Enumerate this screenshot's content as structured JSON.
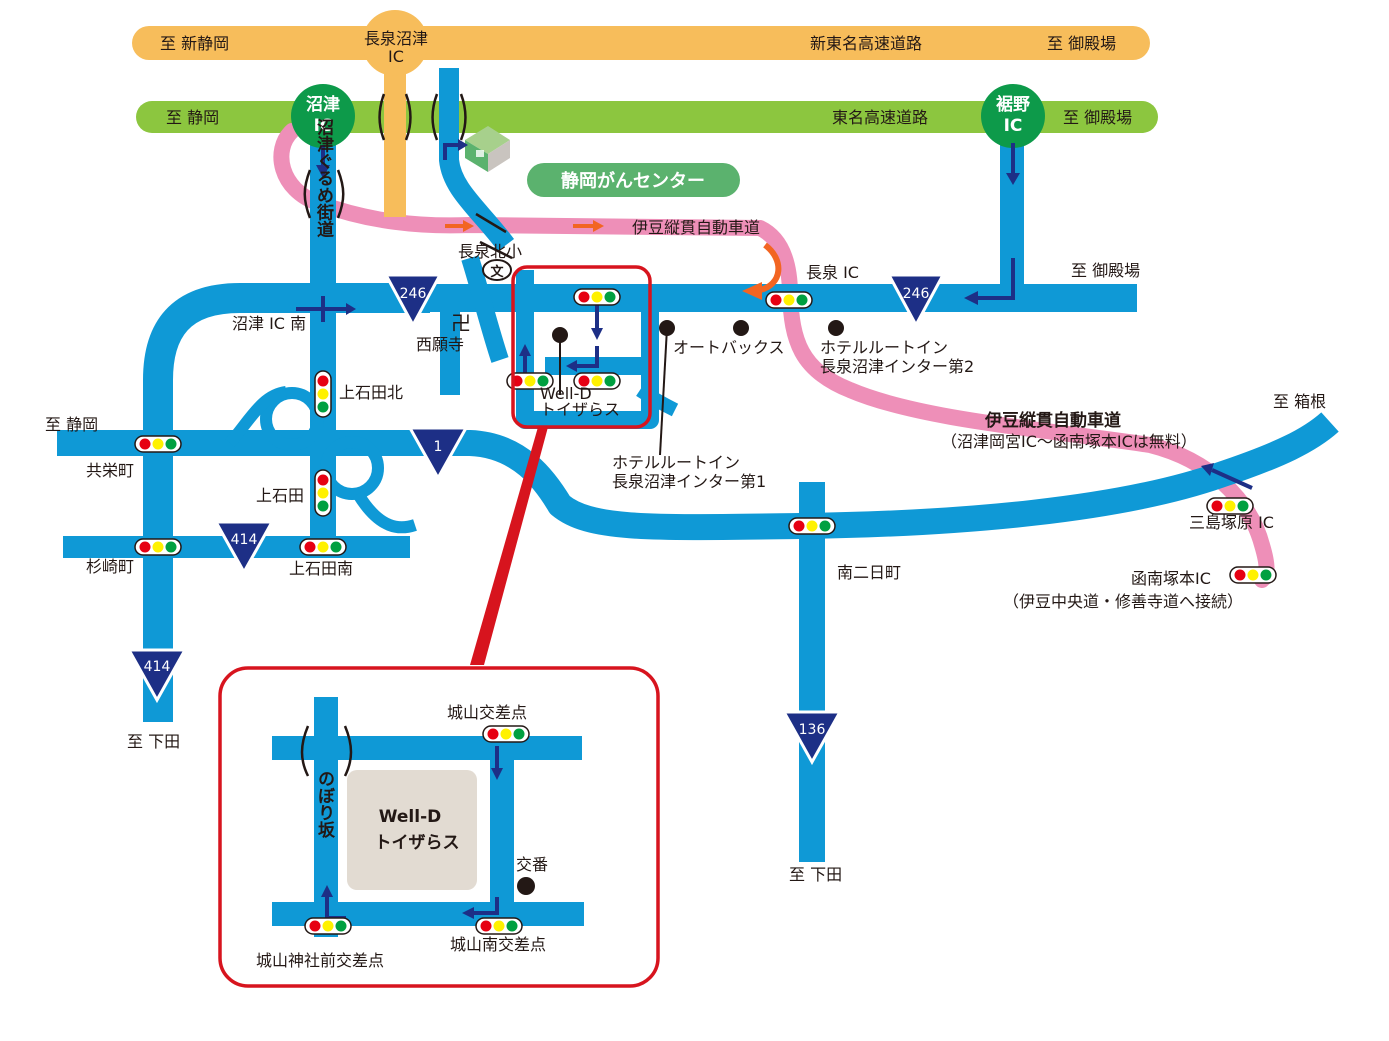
{
  "expressways": {
    "shin_tomei": {
      "name": "新東名高速道路",
      "west": "至 新静岡",
      "east": "至 御殿場",
      "color": "#f7bd5b"
    },
    "tomei": {
      "name": "東名高速道路",
      "west": "至 静岡",
      "east": "至 御殿場",
      "color": "#8cc63f"
    }
  },
  "interchanges": {
    "nagaizumi_numazu": [
      "長泉沼津",
      "IC"
    ],
    "numazu": [
      "沼津",
      "IC"
    ],
    "susono": [
      "裾野",
      "IC"
    ],
    "nagaizumi": "長泉 IC",
    "mishima_tsukahara": "三島塚原 IC",
    "kannami_tsukamoto": "函南塚本IC",
    "kannami_note": "（伊豆中央道・修善寺道へ接続）"
  },
  "destination": {
    "cancer_center": "静岡がんセンター"
  },
  "roads": {
    "numazu_gurume": "沼津ぐるめ街道",
    "izu_jukan": "伊豆縦貫自動車道",
    "izu_jukan_2": "伊豆縦貫自動車道",
    "izu_jukan_note": "（沼津岡宮IC〜函南塚本ICは無料）",
    "route_246a": "246",
    "route_246b": "246",
    "route_1": "1",
    "route_414a": "414",
    "route_414b": "414",
    "route_136": "136"
  },
  "directions": {
    "gotemba_246": "至 御殿場",
    "shizuoka_1": "至 静岡",
    "shimoda_414": "至 下田",
    "shimoda_136": "至 下田",
    "hakone": "至 箱根"
  },
  "places": {
    "nagaizumi_kita_sho": "長泉北小",
    "saiganji": "西願寺",
    "numazu_ic_minami": "沼津 IC 南",
    "kamiishida_kita": "上石田北",
    "kamiishida": "上石田",
    "kamiishida_minami": "上石田南",
    "kyoeicho": "共栄町",
    "suginosakicho": "杉崎町",
    "minami_futsukamachi": "南二日町",
    "autobacs": "オートバックス",
    "hotel_2": [
      "ホテルルートイン",
      "長泉沼津インター第2"
    ],
    "hotel_1": [
      "ホテルルートイン",
      "長泉沼津インター第1"
    ],
    "welld": [
      "Well-D",
      "トイザらス"
    ]
  },
  "inset": {
    "store": [
      "Well-D",
      "トイザらス"
    ],
    "road": "のぼり坂",
    "shiroyama": "城山交差点",
    "shiroyama_minami": "城山南交差点",
    "shiroyama_jinja": "城山神社前交差点",
    "koban": "交番"
  },
  "colors": {
    "road_blue": "#0f99d6",
    "pink_road": "#ee8fb8",
    "ic_green": "#0d9a4a",
    "ic_orange": "#f7bd5b",
    "arrow_navy": "#1d2f86",
    "arrow_orange": "#f26522",
    "highlight_red": "#d7141e",
    "shield_navy": "#1d2f86",
    "store_beige": "#e2dbd2"
  }
}
